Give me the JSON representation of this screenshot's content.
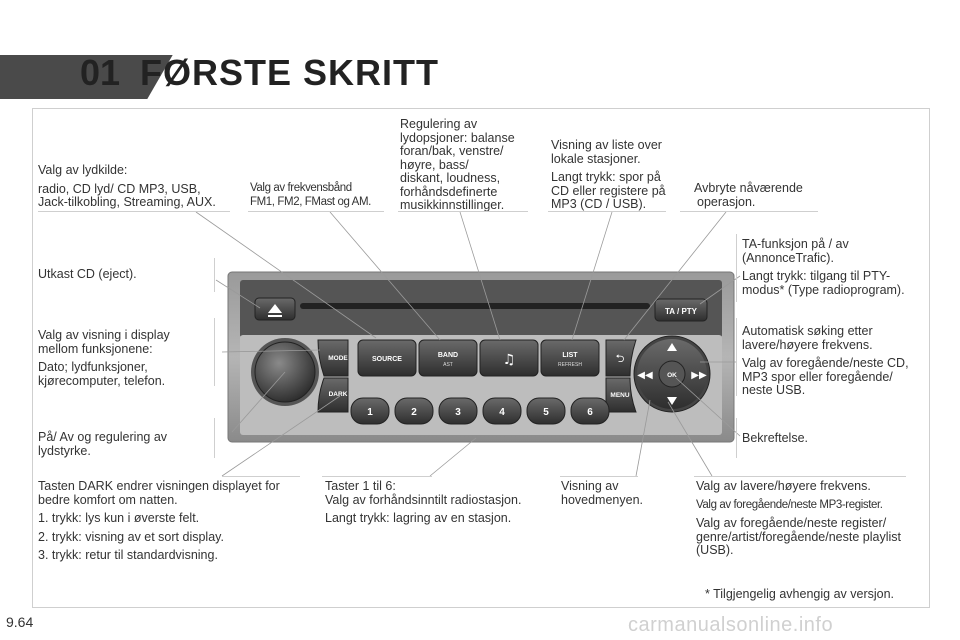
{
  "header": {
    "chapter": "01",
    "title": "FØRSTE SKRITT"
  },
  "page_number": "9.64",
  "footnote": "* Tilgjengelig avhengig av versjon.",
  "watermark": "carmanualsonline.info",
  "labels": {
    "source": {
      "l1": "Valg av lydkilde:",
      "l2": "radio, CD lyd/ CD MP3, USB,",
      "l3": "Jack-tilkobling, Streaming, AUX."
    },
    "band": {
      "l1": "Valg av frekvensbånd",
      "l2": "FM1, FM2, FMast og AM."
    },
    "audio": {
      "l1": "Regulering av",
      "l2": "lydopsjoner: balanse",
      "l3": "foran/bak, venstre/",
      "l4": "høyre, bass/",
      "l5": "diskant, loudness,",
      "l6": "forhåndsdefinerte",
      "l7": "musikkinnstillinger."
    },
    "list": {
      "l1": "Visning av liste over",
      "l2": "lokale stasjoner.",
      "l3": "Langt trykk: spor på",
      "l4": "CD eller registere på",
      "l5": "MP3 (CD / USB)."
    },
    "back": {
      "l1": "Avbryte nåværende",
      "l2": "operasjon."
    },
    "eject": {
      "l1": "Utkast CD (eject)."
    },
    "ta": {
      "l1": "TA-funksjon på / av",
      "l2": "(AnnonceTrafic).",
      "l3": "Langt trykk: tilgang til PTY-",
      "l4": "modus* (Type radioprogram)."
    },
    "mode": {
      "l1": "Valg av visning i display",
      "l2": "mellom funksjonene:",
      "l3": "Dato; lydfunksjoner,",
      "l4": "kjørecomputer, telefon."
    },
    "auto": {
      "l1": "Automatisk søking etter",
      "l2": "lavere/høyere frekvens.",
      "l3": "Valg av foregående/neste CD,",
      "l4": "MP3 spor eller foregående/",
      "l5": "neste USB."
    },
    "power": {
      "l1": "På/ Av og regulering av",
      "l2": "lydstyrke."
    },
    "ok": {
      "l1": "Bekreftelse."
    },
    "dark": {
      "l1": "Tasten DARK endrer visningen displayet for",
      "l2": "bedre komfort om natten.",
      "l3": "1. trykk: lys kun i øverste felt.",
      "l4": "2. trykk: visning av et sort display.",
      "l5": "3. trykk: retur til standardvisning."
    },
    "presets": {
      "l1": "Taster 1 til 6:",
      "l2": "Valg av forhåndsinntilt radiostasjon.",
      "l3": "Langt trykk: lagring av en stasjon."
    },
    "menu": {
      "l1": "Visning av",
      "l2": "hovedmenyen."
    },
    "updown": {
      "l1": "Valg av lavere/høyere frekvens.",
      "l2": "Valg av foregående/neste MP3-register.",
      "l3": "Valg av foregående/neste register/",
      "l4": "genre/artist/foregående/neste playlist",
      "l5": "(USB)."
    }
  },
  "radio": {
    "buttons": {
      "mode": "MODE",
      "dark": "DARK",
      "source": "SOURCE",
      "band": "BAND",
      "band_sub": "AST",
      "list": "LIST",
      "list_sub": "REFRESH",
      "menu": "MENU",
      "ta": "TA / PTY",
      "ok": "OK"
    },
    "presets": [
      "1",
      "2",
      "3",
      "4",
      "5",
      "6"
    ],
    "icons": {
      "eject": "eject-icon",
      "music": "music-note-icon",
      "back": "back-arrow-icon"
    }
  }
}
